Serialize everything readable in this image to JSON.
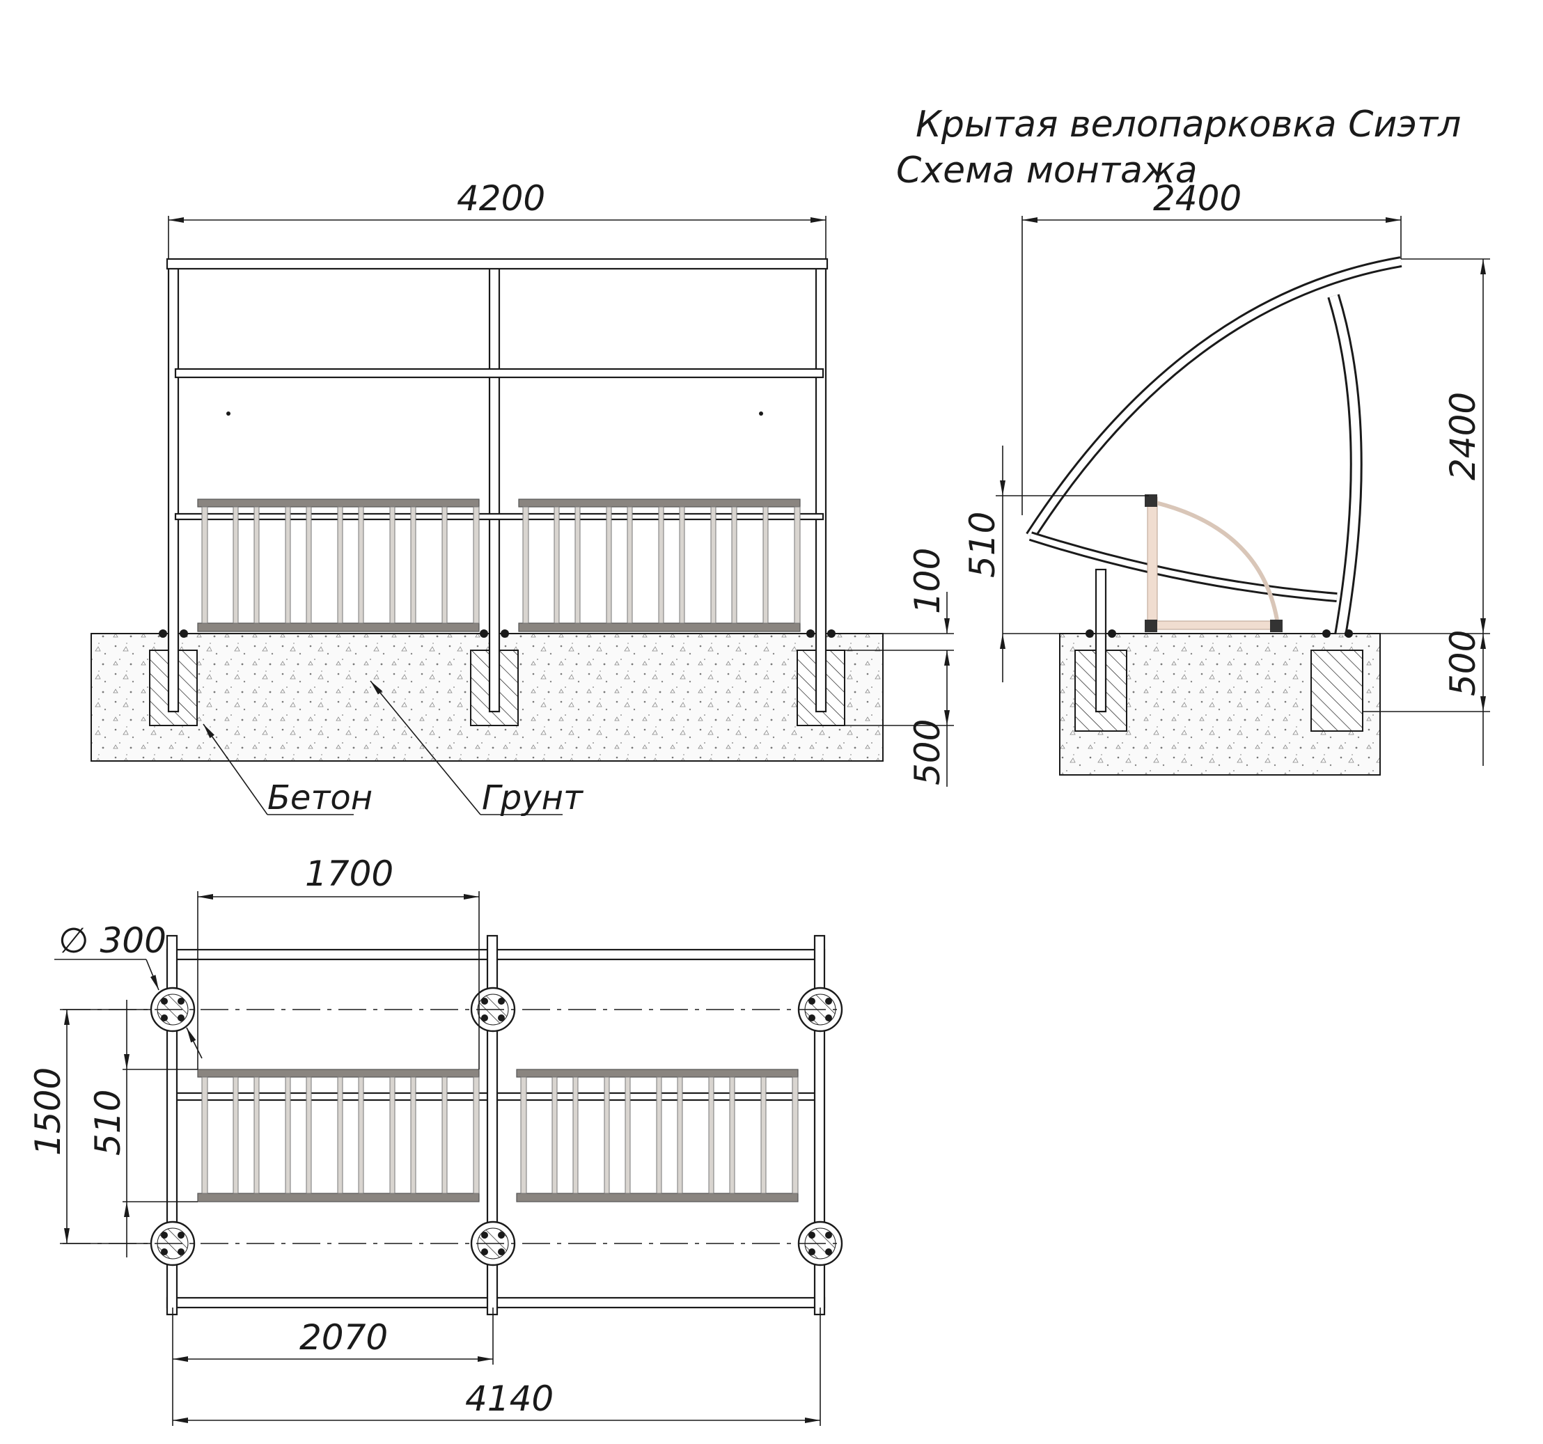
{
  "title": {
    "line1": "Крытая велопарковка Сиэтл",
    "line2": "Схема монтажа"
  },
  "front_view": {
    "width_label": "4200",
    "rise_label": "100",
    "depth_label": "500",
    "concrete_label": "Бетон",
    "soil_label": "Грунт"
  },
  "side_view": {
    "width_label": "2400",
    "height_label": "2400",
    "rack_height_label": "510",
    "depth_label": "500"
  },
  "plan_view": {
    "rack_width_label": "1700",
    "diameter_label": "∅ 300",
    "depth_label": "1500",
    "rack_depth_label": "510",
    "half_span_label": "2070",
    "span_label": "4140"
  },
  "colors": {
    "line": "#1a1a1a",
    "rack_top": "#8a8580",
    "rack_bar": "#d9d5d0",
    "seat_frame": "#f0ddd0"
  }
}
